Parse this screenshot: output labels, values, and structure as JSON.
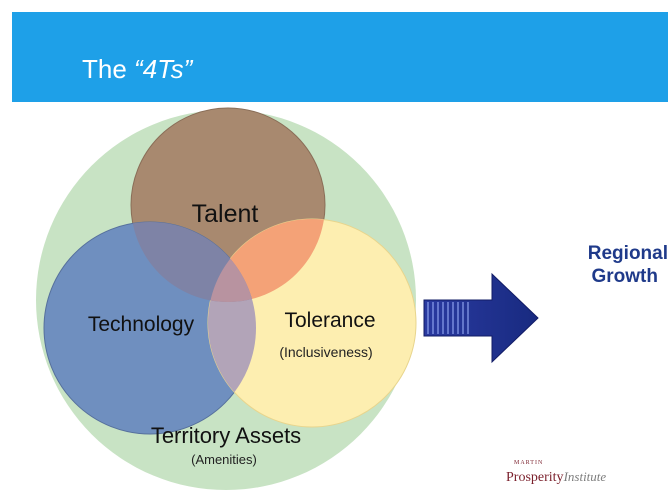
{
  "header": {
    "title_prefix": "The ",
    "title_emphasis": "“4Ts”"
  },
  "diagram": {
    "talent": "Talent",
    "technology": "Technology",
    "tolerance": "Tolerance",
    "tolerance_sub": "(Inclusiveness)",
    "territory": "Territory Assets",
    "territory_sub": "(Amenities)"
  },
  "outcome": {
    "line1": "Regional",
    "line2": "Growth"
  },
  "logo": {
    "small": "MARTIN",
    "main": "Prosperity",
    "italic": "Institute"
  },
  "colors": {
    "banner": "#1ea0e8",
    "outer_circle": "#c8e3c4",
    "talent": "#a8896f",
    "technology": "#6f8fbf",
    "tolerance": "#fdeeb0",
    "talent_tolerance_overlap": "#f4a277",
    "tech_tolerance_overlap": "#b2a4b8",
    "arrow": "#1f2f8f",
    "outcome_text": "#1f3a8a"
  }
}
